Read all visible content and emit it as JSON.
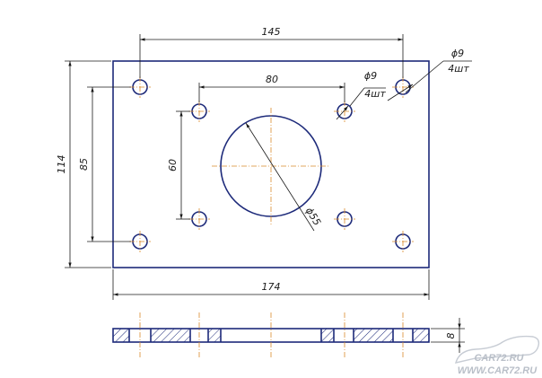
{
  "dimensions": {
    "top_holes_spacing": "145",
    "inner_holes_spacing": "80",
    "overall_width": "174",
    "overall_height": "114",
    "outer_holes_vertical": "85",
    "inner_holes_vertical": "60",
    "large_hole_diameter": "ϕ55",
    "thickness": "8"
  },
  "callouts": {
    "outer_hole_diameter": "ϕ9",
    "outer_hole_count": "4шт",
    "inner_hole_diameter": "ϕ9",
    "inner_hole_count": "4шт"
  },
  "watermark": {
    "site": "CAR72.RU",
    "url": "WWW.CAR72.RU"
  },
  "colors": {
    "object_line": "#1d2a7a",
    "center_line": "#d98a2b",
    "dimension_line": "#1a1a1a"
  }
}
